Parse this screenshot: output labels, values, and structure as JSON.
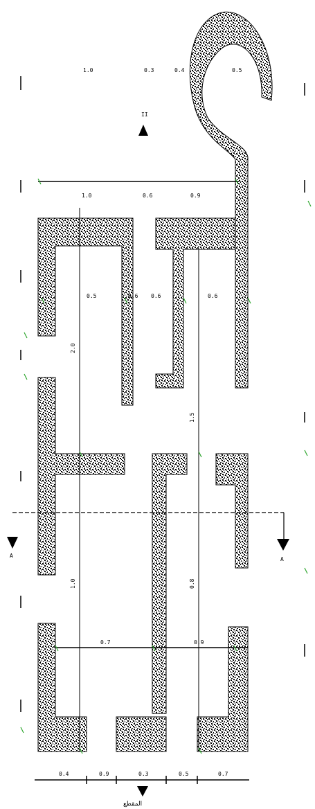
{
  "drawing": {
    "title": "المقطع",
    "section_marker": "II",
    "arrow_labels": {
      "left": "A",
      "right": "A"
    },
    "hatch_color": "#000000",
    "marker_color": "#2ea62e"
  },
  "dimensions": {
    "top_row": [
      "1.0",
      "0.3",
      "0.4",
      "0.5"
    ],
    "mid_row": [
      "1.0",
      "0.6",
      "0.9"
    ],
    "wall_labels": [
      "0.5",
      "0.6",
      "0.6",
      "0.6"
    ],
    "vertical_labels": [
      "2.0",
      "1.5",
      "1.0",
      "0.8"
    ],
    "bottom_row": [
      "0.4",
      "0.9",
      "0.3",
      "0.5",
      "0.7"
    ],
    "lower_span": [
      "0.7",
      "0.9"
    ]
  }
}
